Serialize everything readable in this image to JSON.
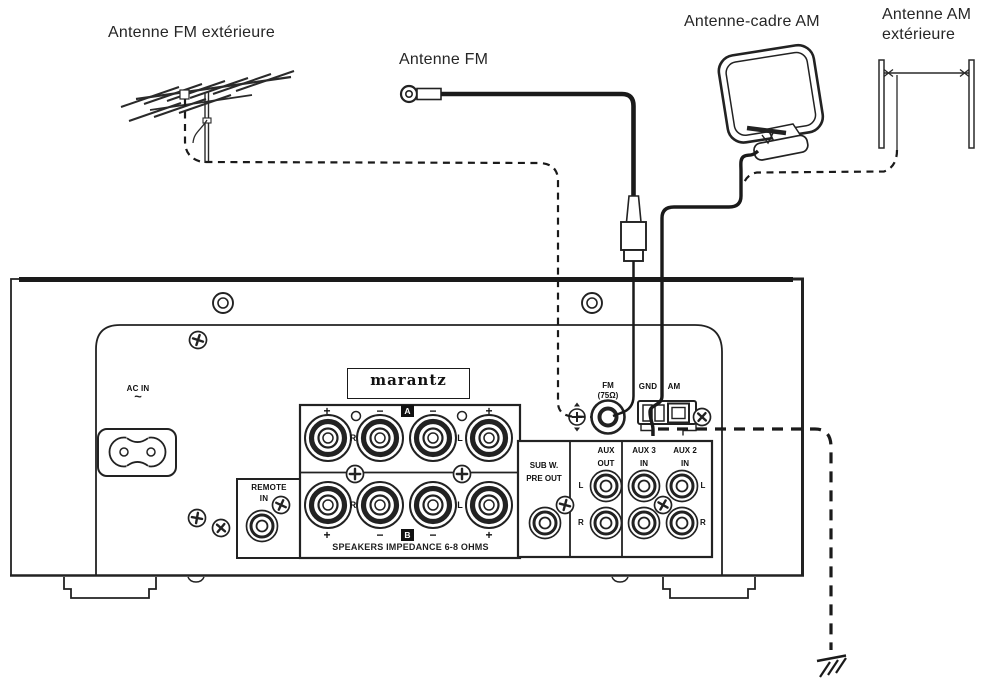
{
  "diagram": {
    "antenna_labels": {
      "fm_outdoor": "Antenne FM extérieure",
      "fm": "Antenne FM",
      "am_loop": "Antenne-cadre AM",
      "am_outdoor_line1": "Antenne AM",
      "am_outdoor_line2": "extérieure"
    }
  },
  "panel": {
    "brand": "marantz",
    "ac_in": {
      "label": "AC IN",
      "tilde": "~"
    },
    "remote_in": {
      "line1": "REMOTE",
      "line2": "IN"
    },
    "speakers": {
      "plus": "+",
      "minus": "−",
      "group_a": "A",
      "group_b": "B",
      "right": "R",
      "left": "L",
      "impedance": "SPEAKERS IMPEDANCE  6-8 OHMS"
    },
    "outputs": {
      "subw_line1": "SUB W.",
      "subw_line2": "PRE OUT",
      "aux_out_line1": "AUX",
      "aux_out_line2": "OUT",
      "aux3_line1": "AUX 3",
      "aux3_line2": "IN",
      "aux2_line1": "AUX 2",
      "aux2_line2": "IN",
      "left": "L",
      "right": "R"
    },
    "tuner": {
      "fm_line1": "FM",
      "fm_line2": "(75Ω)",
      "gnd": "GND",
      "am": "AM"
    }
  }
}
